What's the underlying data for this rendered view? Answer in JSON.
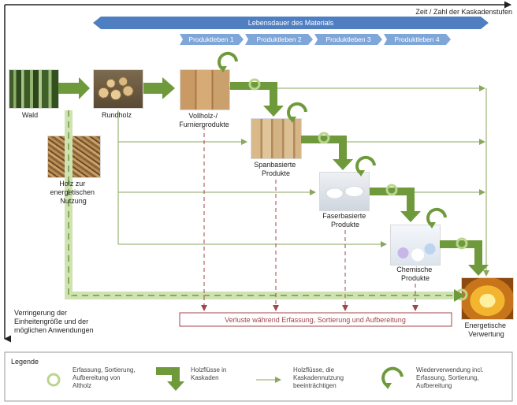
{
  "axis": {
    "time_label": "Zeit / Zahl der Kaskadenstufen",
    "size_label_lines": [
      "Verringerung der",
      "Einheitengröße und der",
      "möglichen Anwendungen"
    ]
  },
  "lifespan": {
    "label": "Lebensdauer des Materials",
    "stages": [
      "Produktleben 1",
      "Produktleben 2",
      "Produktleben 3",
      "Produktleben 4"
    ]
  },
  "nodes": {
    "wald": "Wald",
    "rundholz": "Rundholz",
    "vollholz": [
      "Vollholz-/",
      "Furnierprodukte"
    ],
    "spanbasierte": [
      "Spanbasierte",
      "Produkte"
    ],
    "faserbasierte": [
      "Faserbasierte",
      "Produkte"
    ],
    "chemische": [
      "Chemische",
      "Produkte"
    ],
    "energie_holz": [
      "Holz zur",
      "energetischen",
      "Nutzung"
    ],
    "energetische": [
      "Energetische",
      "Verwertung"
    ]
  },
  "losses": "Verluste während Erfassung, Sortierung und Aufbereitung",
  "legend": {
    "title": "Legende",
    "item1": [
      "Erfassung, Sortierung,",
      "Aufbereitung von",
      "Altholz"
    ],
    "item2": [
      "Holzflüsse in",
      "Kaskaden"
    ],
    "item3": [
      "Holzflüsse, die",
      "Kaskadennutzung",
      "beeinträchtigen"
    ],
    "item4": [
      "Wiederverwendung incl.",
      "Erfassung, Sortierung,",
      "Aufbereitung"
    ]
  },
  "colors": {
    "flow_green": "#6f9a3c",
    "light_green": "#cfe3b2",
    "thin_line": "#8aa65f",
    "loss_line": "#a0454a",
    "band_blue": "#4f7fc1",
    "stage_blue": "#7fa6d8"
  }
}
